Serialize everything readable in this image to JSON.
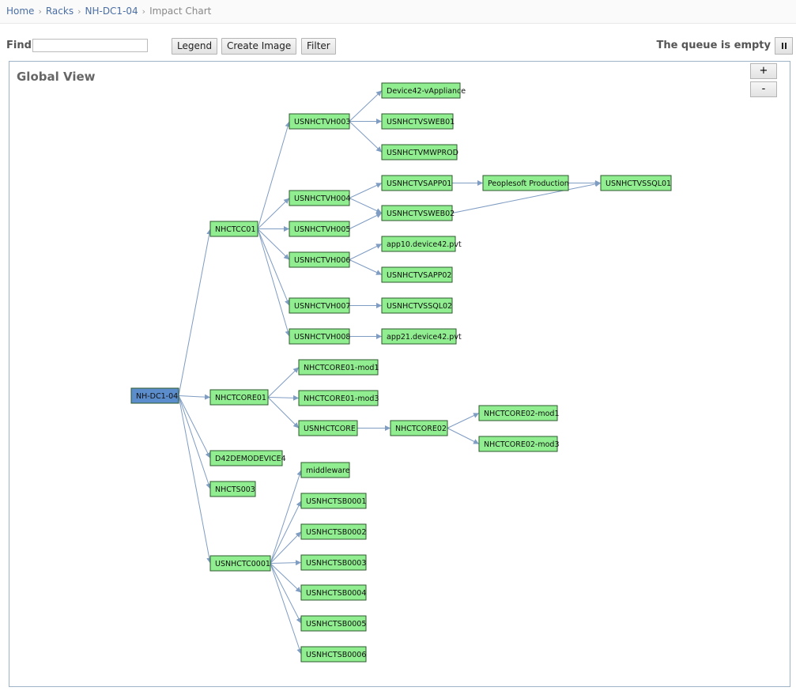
{
  "breadcrumb": {
    "items": [
      "Home",
      "Racks",
      "NH-DC1-04"
    ],
    "current": "Impact Chart"
  },
  "toolbar": {
    "find_label": "Find",
    "find_value": "",
    "legend_label": "Legend",
    "create_image_label": "Create Image",
    "filter_label": "Filter",
    "queue_status": "The queue is empty"
  },
  "chart": {
    "title": "Global View",
    "zoom_in_label": "+",
    "zoom_out_label": "-",
    "colors": {
      "root_fill": "#5b8ccb",
      "node_fill": "#90ee90",
      "edge": "#7f9cc3"
    },
    "nodes": [
      {
        "id": "n_root",
        "label": "NH-DC1-04",
        "root": true
      },
      {
        "id": "n_cc01",
        "label": "NHCTCC01"
      },
      {
        "id": "n_core01",
        "label": "NHCTCORE01"
      },
      {
        "id": "n_d42",
        "label": "D42DEMODEVICE4"
      },
      {
        "id": "n_s003",
        "label": "NHCTS003"
      },
      {
        "id": "n_c0001",
        "label": "USNHCTC0001"
      },
      {
        "id": "n_vh003",
        "label": "USNHCTVH003"
      },
      {
        "id": "n_vh004",
        "label": "USNHCTVH004"
      },
      {
        "id": "n_vh005",
        "label": "USNHCTVH005"
      },
      {
        "id": "n_vh006",
        "label": "USNHCTVH006"
      },
      {
        "id": "n_vh007",
        "label": "USNHCTVH007"
      },
      {
        "id": "n_vh008",
        "label": "USNHCTVH008"
      },
      {
        "id": "n_vapp",
        "label": "Device42-vAppliance"
      },
      {
        "id": "n_sweb01",
        "label": "USNHCTVSWEB01"
      },
      {
        "id": "n_mwprod",
        "label": "USNHCTVMWPROD"
      },
      {
        "id": "n_sapp01",
        "label": "USNHCTVSAPP01"
      },
      {
        "id": "n_sweb02",
        "label": "USNHCTVSWEB02"
      },
      {
        "id": "n_app10",
        "label": "app10.device42.pvt"
      },
      {
        "id": "n_sapp02",
        "label": "USNHCTVSAPP02"
      },
      {
        "id": "n_ssql02",
        "label": "USNHCTVSSQL02"
      },
      {
        "id": "n_app21",
        "label": "app21.device42.pvt"
      },
      {
        "id": "n_psoft",
        "label": "Peoplesoft Production"
      },
      {
        "id": "n_ssql01",
        "label": "USNHCTVSSQL01"
      },
      {
        "id": "n_core01m1",
        "label": "NHCTCORE01-mod1"
      },
      {
        "id": "n_core01m3",
        "label": "NHCTCORE01-mod3"
      },
      {
        "id": "n_usncore",
        "label": "USNHCTCORE"
      },
      {
        "id": "n_core02",
        "label": "NHCTCORE02"
      },
      {
        "id": "n_core02m1",
        "label": "NHCTCORE02-mod1"
      },
      {
        "id": "n_core02m3",
        "label": "NHCTCORE02-mod3"
      },
      {
        "id": "n_mid",
        "label": "middleware"
      },
      {
        "id": "n_sb1",
        "label": "USNHCTSB0001"
      },
      {
        "id": "n_sb2",
        "label": "USNHCTSB0002"
      },
      {
        "id": "n_sb3",
        "label": "USNHCTSB0003"
      },
      {
        "id": "n_sb4",
        "label": "USNHCTSB0004"
      },
      {
        "id": "n_sb5",
        "label": "USNHCTSB0005"
      },
      {
        "id": "n_sb6",
        "label": "USNHCTSB0006"
      }
    ],
    "edges": [
      [
        "n_root",
        "n_cc01"
      ],
      [
        "n_root",
        "n_core01"
      ],
      [
        "n_root",
        "n_d42"
      ],
      [
        "n_root",
        "n_s003"
      ],
      [
        "n_root",
        "n_c0001"
      ],
      [
        "n_cc01",
        "n_vh003"
      ],
      [
        "n_cc01",
        "n_vh004"
      ],
      [
        "n_cc01",
        "n_vh005"
      ],
      [
        "n_cc01",
        "n_vh006"
      ],
      [
        "n_cc01",
        "n_vh007"
      ],
      [
        "n_cc01",
        "n_vh008"
      ],
      [
        "n_vh003",
        "n_vapp"
      ],
      [
        "n_vh003",
        "n_sweb01"
      ],
      [
        "n_vh003",
        "n_mwprod"
      ],
      [
        "n_vh004",
        "n_sapp01"
      ],
      [
        "n_vh004",
        "n_sweb02"
      ],
      [
        "n_vh005",
        "n_sweb02"
      ],
      [
        "n_vh006",
        "n_app10"
      ],
      [
        "n_vh006",
        "n_sapp02"
      ],
      [
        "n_vh007",
        "n_ssql02"
      ],
      [
        "n_vh008",
        "n_app21"
      ],
      [
        "n_sapp01",
        "n_psoft"
      ],
      [
        "n_psoft",
        "n_ssql01"
      ],
      [
        "n_sweb02",
        "n_ssql01"
      ],
      [
        "n_core01",
        "n_core01m1"
      ],
      [
        "n_core01",
        "n_core01m3"
      ],
      [
        "n_core01",
        "n_usncore"
      ],
      [
        "n_usncore",
        "n_core02"
      ],
      [
        "n_core02",
        "n_core02m1"
      ],
      [
        "n_core02",
        "n_core02m3"
      ],
      [
        "n_c0001",
        "n_mid"
      ],
      [
        "n_c0001",
        "n_sb1"
      ],
      [
        "n_c0001",
        "n_sb2"
      ],
      [
        "n_c0001",
        "n_sb3"
      ],
      [
        "n_c0001",
        "n_sb4"
      ],
      [
        "n_c0001",
        "n_sb5"
      ],
      [
        "n_c0001",
        "n_sb6"
      ]
    ]
  }
}
